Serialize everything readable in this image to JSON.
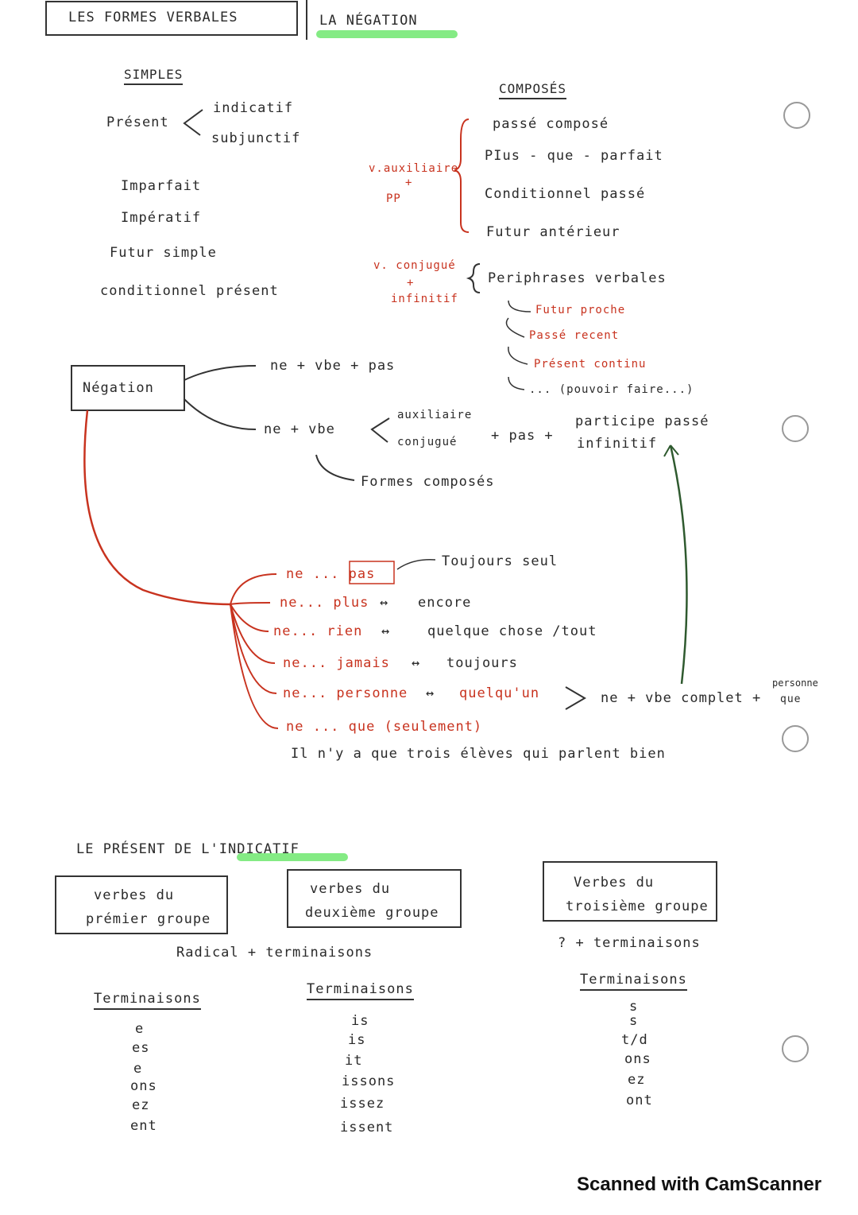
{
  "header": {
    "tab1": "LES FORMES VERBALES",
    "tab2": "LA NÉGATION"
  },
  "simples": {
    "title": "SIMPLES",
    "present": "Présent",
    "indicatif": "indicatif",
    "subjonctif": "subjunctif",
    "items": [
      "Imparfait",
      "Impératif",
      "Futur simple",
      "conditionnel présent"
    ]
  },
  "composes": {
    "title": "COMPOSÉS",
    "aux_label": "v.auxiliaire",
    "plus1": "+",
    "pp": "PP",
    "items": [
      "passé composé",
      "PIus - que - parfait",
      "Conditionnel passé",
      "Futur antérieur"
    ],
    "conj_label": "v. conjugué",
    "plus2": "+",
    "infinitif": "infinitif",
    "periphrases": "Periphrases verbales",
    "sub": [
      "Futur proche",
      "Passé recent",
      "Présent continu",
      "... (pouvoir faire...)"
    ]
  },
  "negation": {
    "label": "Négation",
    "rule1": "ne + vbe + pas",
    "rule2_start": "ne + vbe",
    "auxiliaire": "auxiliaire",
    "conjugue": "conjugué",
    "plus_pas": "+ pas +",
    "participe": "participe passé",
    "infinitif": "infinitif",
    "formes": "Formes composés",
    "pairs": [
      {
        "neg": "ne ... pas",
        "arrow": "→",
        "other": "Toujours seul"
      },
      {
        "neg": "ne... plus",
        "arrow": "↔",
        "other": "encore"
      },
      {
        "neg": "ne... rien",
        "arrow": "↔",
        "other": "quelque chose /tout"
      },
      {
        "neg": "ne... jamais",
        "arrow": "↔",
        "other": "toujours"
      },
      {
        "neg": "ne... personne",
        "arrow": "↔",
        "other": "quelqu'un"
      },
      {
        "neg": "ne ... que (seulement)",
        "arrow": "",
        "other": ""
      }
    ],
    "complet": "ne + vbe complet +",
    "personne": "personne",
    "que": "que",
    "example": "Il n'y a que trois élèves qui parlent bien"
  },
  "present": {
    "title": "LE PRÉSENT DE L'INDICATIF",
    "g1": [
      "verbes du",
      "prémier groupe"
    ],
    "g2": [
      "verbes du",
      "deuxième groupe"
    ],
    "g3": [
      "Verbes du",
      "troisième groupe"
    ],
    "radical": "Radical + terminaisons",
    "q_term": "? + terminaisons",
    "term_label": "Terminaisons",
    "t1": [
      "e",
      "es",
      "e",
      "ons",
      "ez",
      "ent"
    ],
    "t2": [
      "is",
      "is",
      "it",
      "issons",
      "issez",
      "issent"
    ],
    "t3": [
      "s",
      "s",
      "t/d",
      "ons",
      "ez",
      "ont"
    ]
  },
  "footer": "Scanned with CamScanner",
  "colors": {
    "accent_green": "#6ee86e",
    "red": "#c8331f",
    "dark_green": "#2f5a2f"
  }
}
